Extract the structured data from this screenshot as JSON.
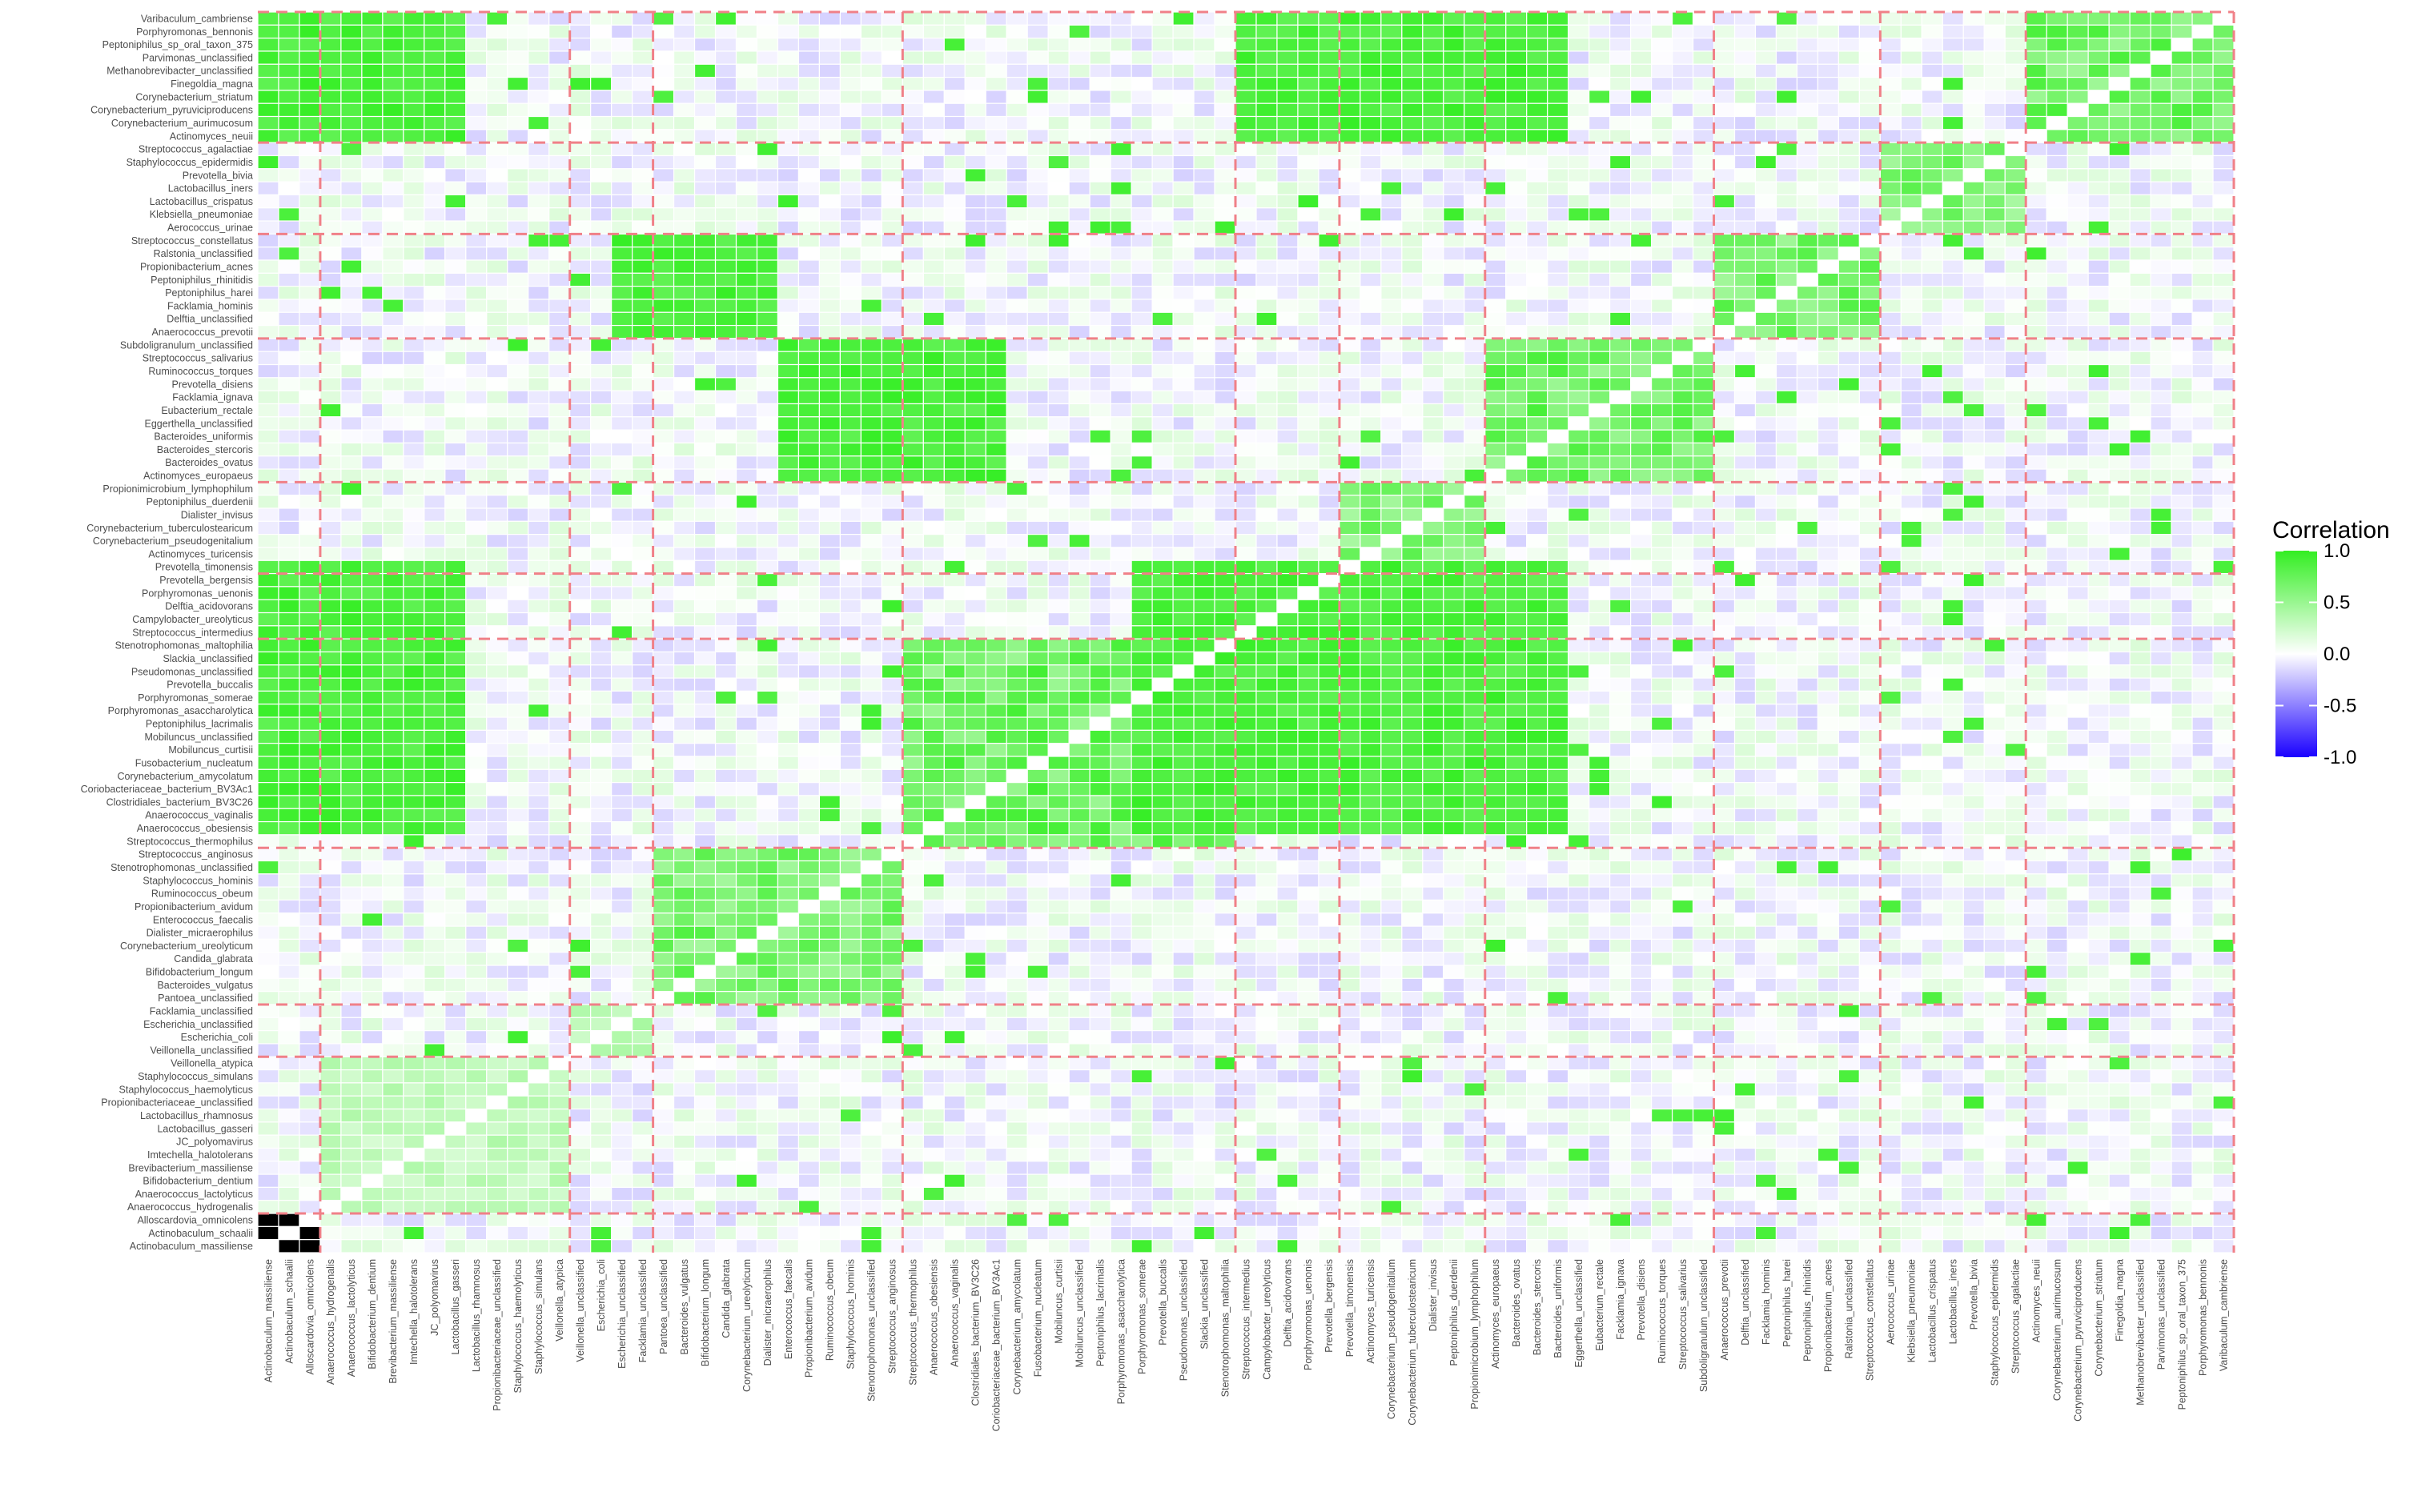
{
  "chart_data": {
    "type": "heatmap",
    "title": "",
    "xlabel": "",
    "ylabel": "",
    "y_labels_top_to_bottom": [
      "Varibaculum_cambriense",
      "Porphyromonas_bennonis",
      "Peptoniphilus_sp_oral_taxon_375",
      "Parvimonas_unclassified",
      "Methanobrevibacter_unclassified",
      "Finegoldia_magna",
      "Corynebacterium_striatum",
      "Corynebacterium_pyruviciproducens",
      "Corynebacterium_aurimucosum",
      "Actinomyces_neuii",
      "Streptococcus_agalactiae",
      "Staphylococcus_epidermidis",
      "Prevotella_bivia",
      "Lactobacillus_iners",
      "Lactobacillus_crispatus",
      "Klebsiella_pneumoniae",
      "Aerococcus_urinae",
      "Streptococcus_constellatus",
      "Ralstonia_unclassified",
      "Propionibacterium_acnes",
      "Peptoniphilus_rhinitidis",
      "Peptoniphilus_harei",
      "Facklamia_hominis",
      "Delftia_unclassified",
      "Anaerococcus_prevotii",
      "Subdoligranulum_unclassified",
      "Streptococcus_salivarius",
      "Ruminococcus_torques",
      "Prevotella_disiens",
      "Facklamia_ignava",
      "Eubacterium_rectale",
      "Eggerthella_unclassified",
      "Bacteroides_uniformis",
      "Bacteroides_stercoris",
      "Bacteroides_ovatus",
      "Actinomyces_europaeus",
      "Propionimicrobium_lymphophilum",
      "Peptoniphilus_duerdenii",
      "Dialister_invisus",
      "Corynebacterium_tuberculostearicum",
      "Corynebacterium_pseudogenitalium",
      "Actinomyces_turicensis",
      "Prevotella_timonensis",
      "Prevotella_bergensis",
      "Porphyromonas_uenonis",
      "Delftia_acidovorans",
      "Campylobacter_ureolyticus",
      "Streptococcus_intermedius",
      "Stenotrophomonas_maltophilia",
      "Slackia_unclassified",
      "Pseudomonas_unclassified",
      "Prevotella_buccalis",
      "Porphyromonas_somerae",
      "Porphyromonas_asaccharolytica",
      "Peptoniphilus_lacrimalis",
      "Mobiluncus_unclassified",
      "Mobiluncus_curtisii",
      "Fusobacterium_nucleatum",
      "Corynebacterium_amycolatum",
      "Coriobacteriaceae_bacterium_BV3Ac1",
      "Clostridiales_bacterium_BV3C26",
      "Anaerococcus_vaginalis",
      "Anaerococcus_obesiensis",
      "Streptococcus_thermophilus",
      "Streptococcus_anginosus",
      "Stenotrophomonas_unclassified",
      "Staphylococcus_hominis",
      "Ruminococcus_obeum",
      "Propionibacterium_avidum",
      "Enterococcus_faecalis",
      "Dialister_micraerophilus",
      "Corynebacterium_ureolyticum",
      "Candida_glabrata",
      "Bifidobacterium_longum",
      "Bacteroides_vulgatus",
      "Pantoea_unclassified",
      "Facklamia_unclassified",
      "Escherichia_unclassified",
      "Escherichia_coli",
      "Veillonella_unclassified",
      "Veillonella_atypica",
      "Staphylococcus_simulans",
      "Staphylococcus_haemolyticus",
      "Propionibacteriaceae_unclassified",
      "Lactobacillus_rhamnosus",
      "Lactobacillus_gasseri",
      "JC_polyomavirus",
      "Imtechella_halotolerans",
      "Brevibacterium_massiliense",
      "Bifidobacterium_dentium",
      "Anaerococcus_lactolyticus",
      "Anaerococcus_hydrogenalis",
      "Alloscardovia_omnicolens",
      "Actinobaculum_schaalii",
      "Actinobaculum_massiliense"
    ],
    "cluster_sizes_top_to_bottom": [
      10,
      7,
      8,
      11,
      7,
      5,
      16,
      12,
      4,
      12
    ],
    "cluster_strength_top_to_bottom": [
      0.95,
      0.85,
      0.9,
      0.95,
      0.85,
      0.9,
      0.98,
      0.9,
      0.5,
      0.45
    ],
    "strong_positive_blocks": [
      {
        "rows": [
          0,
          9
        ],
        "cols": [
          47,
          62
        ]
      },
      {
        "rows": [
          0,
          9
        ],
        "cols": [
          0,
          9
        ]
      },
      {
        "rows": [
          42,
          62
        ],
        "cols": [
          42,
          62
        ]
      },
      {
        "rows": [
          42,
          62
        ],
        "cols": [
          0,
          9
        ]
      },
      {
        "rows": [
          25,
          35
        ],
        "cols": [
          25,
          35
        ]
      },
      {
        "rows": [
          17,
          24
        ],
        "cols": [
          17,
          24
        ]
      }
    ],
    "colorscale": {
      "low": "#1a00ff",
      "mid": "#ffffff",
      "high": "#33ee22"
    },
    "legend": {
      "title": "Correlation",
      "ticks": [
        "1.0",
        "0.5",
        "0.0",
        "-0.5",
        "-1.0"
      ],
      "values": [
        1.0,
        0.5,
        0.0,
        -0.5,
        -1.0
      ],
      "range": [
        -1,
        1
      ],
      "position": "right"
    },
    "cluster_separator_color": "#f08088",
    "grid": false
  }
}
